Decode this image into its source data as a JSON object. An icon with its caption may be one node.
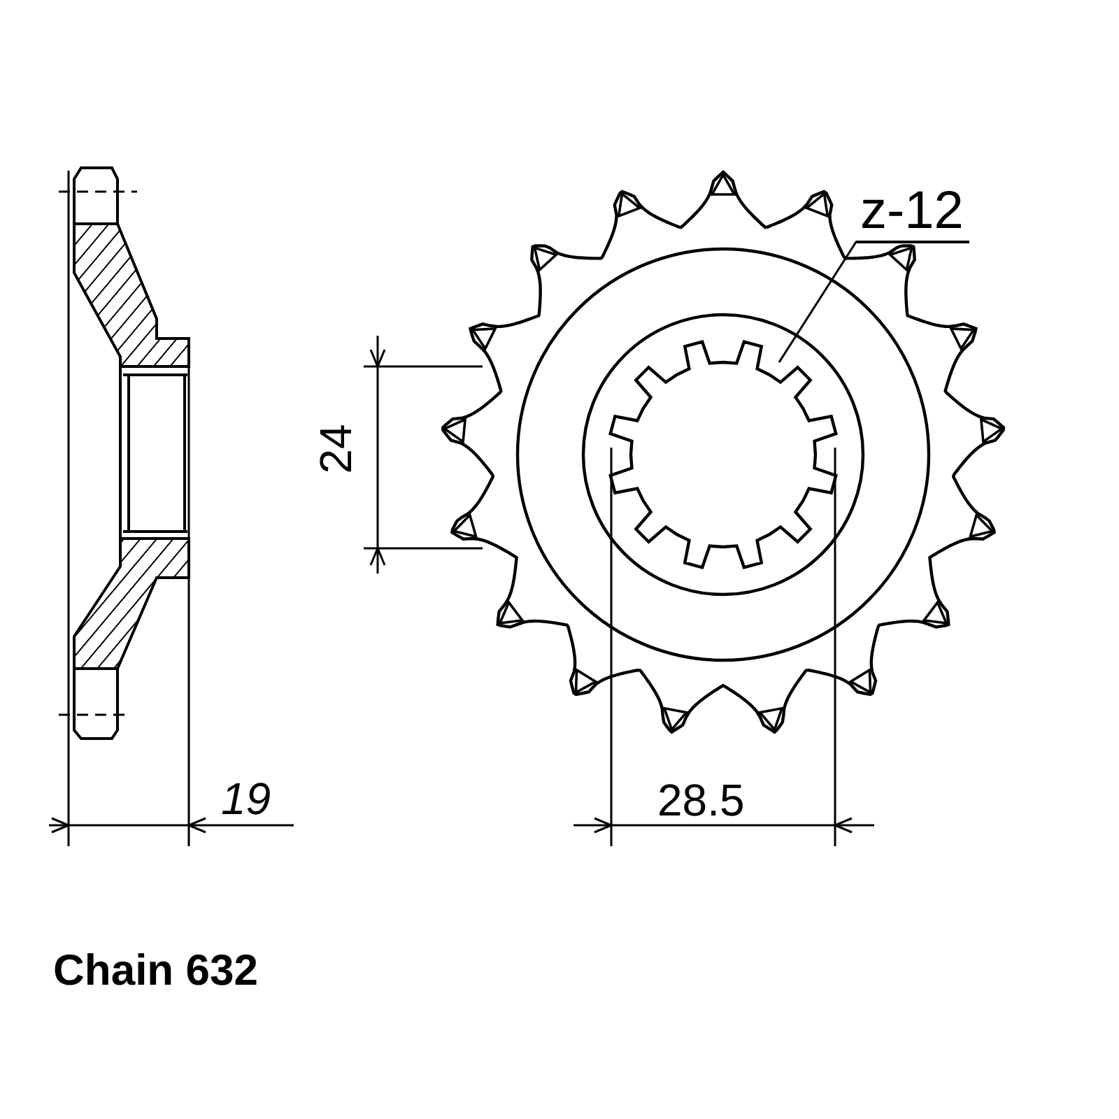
{
  "diagram": {
    "nodes": [
      {
        "text": [
          "z-12"
        ]
      },
      {
        "text": [],
        "shape": "picture"
      }
    ],
    "edges": [
      {
        "from": 0,
        "to": 1,
        "arrow": "none"
      }
    ],
    "labels": [
      "24",
      "19",
      "28.5",
      "Chain 632"
    ]
  }
}
